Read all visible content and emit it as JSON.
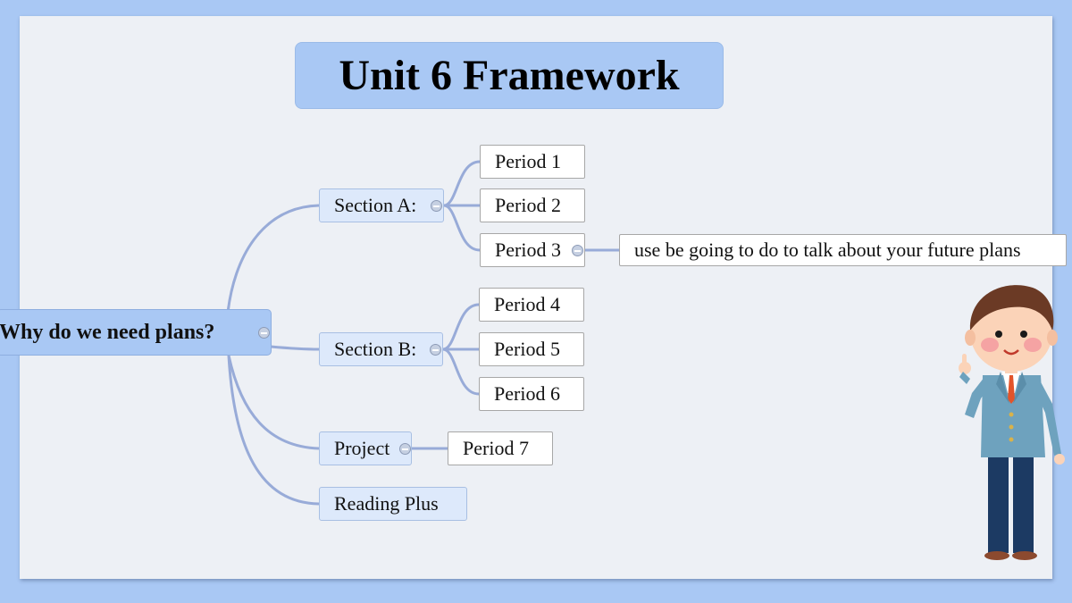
{
  "title": "Unit 6 Framework",
  "mindmap": {
    "root": "Why do we need plans?",
    "section_a": "Section A:",
    "section_b": "Section B:",
    "project": "Project",
    "reading_plus": "Reading Plus",
    "periods": [
      "Period 1",
      "Period 2",
      "Period 3",
      "Period 4",
      "Period 5",
      "Period 6",
      "Period 7"
    ],
    "period_3_note": "use be going to do to talk about your future plans"
  },
  "colors": {
    "background": "#a9c8f4",
    "slide": "#edf0f5",
    "connector": "#98abd8",
    "branch_fill": "#dde9fb",
    "root_fill": "#a9c8f4"
  },
  "icons": [
    "collapse-toggle-icon",
    "teacher-character-illustration"
  ]
}
